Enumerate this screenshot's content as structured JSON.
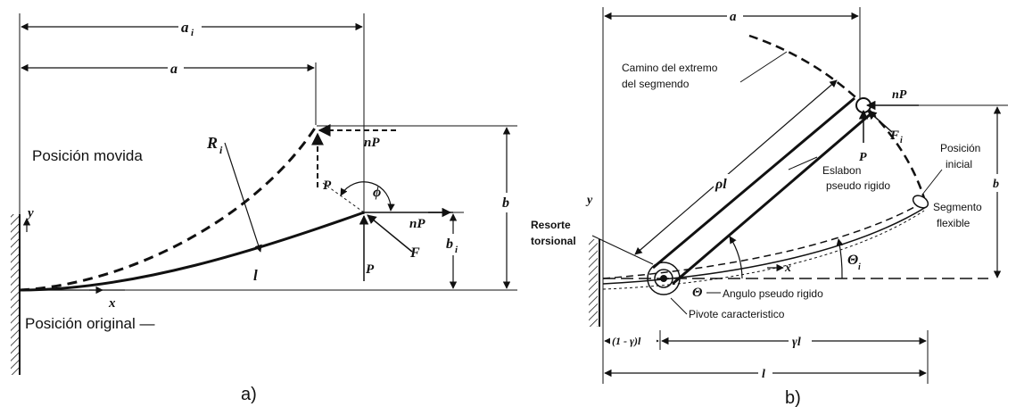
{
  "panel_a": {
    "caption": "a)",
    "dim_ai": "a",
    "dim_ai_sub": "i",
    "dim_a": "a",
    "label_moved": "Posición movida",
    "label_original": "Posición original —",
    "label_Ri": "R",
    "label_Ri_sub": "i",
    "label_l": "l",
    "label_x": "x",
    "label_y": "y",
    "label_nP_top": "nP",
    "label_P_top": "P",
    "label_phi": "ϕ",
    "label_nP_mid": "nP",
    "label_F": "F",
    "label_P_bottom": "P",
    "label_b": "b",
    "label_bi": "b",
    "label_bi_sub": "i"
  },
  "panel_b": {
    "caption": "b)",
    "dim_a": "a",
    "label_path": "Camino del extremo",
    "label_path2": "del segmendo",
    "label_nP": "nP",
    "label_Fi": "F",
    "label_Fi_sub": "i",
    "label_P": "P",
    "label_rho_l": "ρl",
    "label_link": "Eslabon",
    "label_link2": "pseudo rigido",
    "label_initial": "Posición",
    "label_initial2": "inicial",
    "label_b": "b",
    "label_segment": "Segmento",
    "label_segment2": "flexible",
    "label_y": "y",
    "label_spring": "Resorte",
    "label_spring2": "torsional",
    "label_x": "x",
    "label_theta_i": "Θ",
    "label_theta_i_sub": "i",
    "label_theta": "Θ",
    "label_theta_desc": "Angulo pseudo rigido",
    "label_pivot": "Pivote caracteristico",
    "label_one_minus_gamma": "(1 - γ)l",
    "label_gamma_l": "γl",
    "label_l": "l"
  }
}
